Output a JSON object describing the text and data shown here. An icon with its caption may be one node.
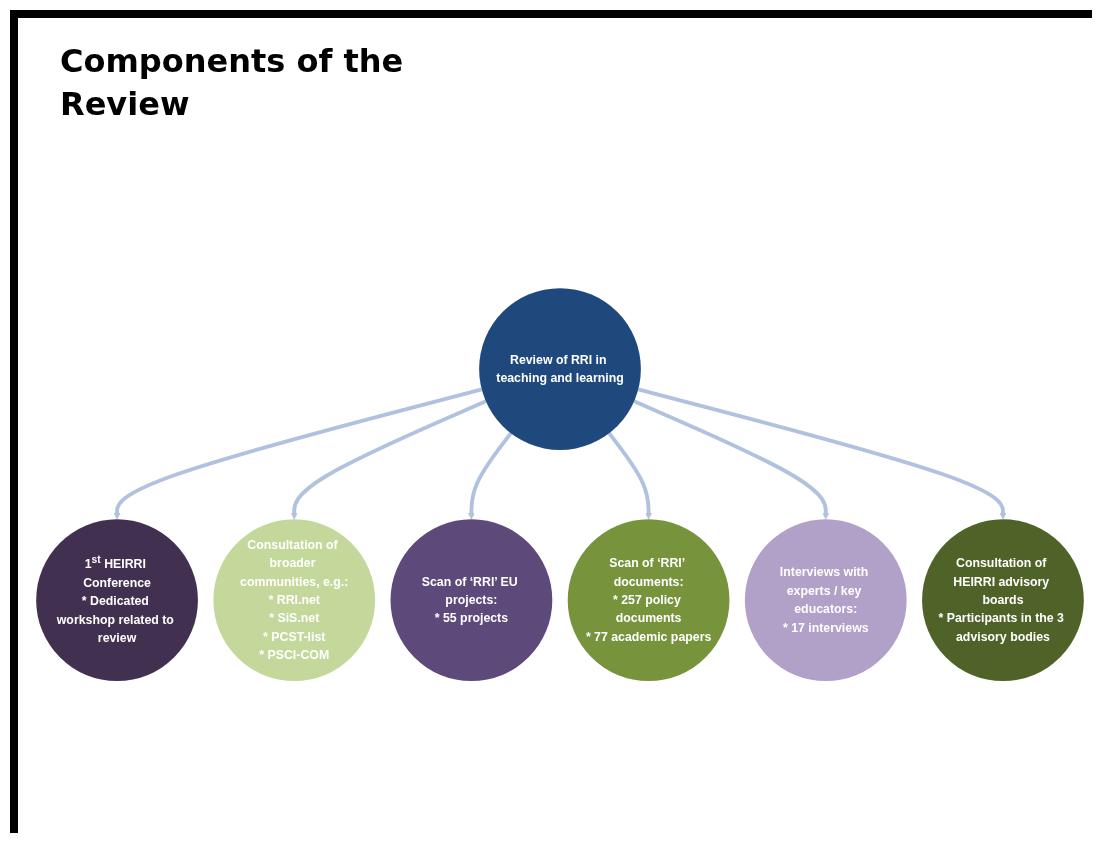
{
  "diagram": {
    "title": "Components of the Review",
    "nodes": [
      {
        "text": [
          "1$^{st}$ HEIRRI Conference",
          "* Dedicated workshop related to review"
        ]
      },
      {
        "text": [
          "Consultation of broader communities, e.g.:",
          "* RRI.net",
          "* SiS.net",
          "* PCST-list",
          "* PSCI-COM"
        ]
      },
      {
        "text": [
          "Scan of ‘RRI’ EU projects:",
          "* 55 projects"
        ]
      },
      {
        "text": [
          "Review of RRI in teaching and learning"
        ]
      },
      {
        "text": [
          "Scan of ‘RRI’ documents:",
          "* 257 policy documents",
          "* 77 academic papers"
        ]
      },
      {
        "text": [
          "Interviews with experts / key educators:",
          "* 17 interviews"
        ]
      },
      {
        "text": [
          "Consultation of HEIRRI advisory boards",
          "* Participants in the 3 advisory bodies"
        ]
      }
    ],
    "edges": [
      {
        "from": 3,
        "to": 0,
        "arrow": "to"
      },
      {
        "from": 3,
        "to": 1,
        "arrow": "to"
      },
      {
        "from": 3,
        "to": 2,
        "arrow": "to"
      },
      {
        "from": 3,
        "to": 4,
        "arrow": "to"
      },
      {
        "from": 3,
        "to": 5,
        "arrow": "to"
      },
      {
        "from": 3,
        "to": 6,
        "arrow": "to"
      }
    ]
  }
}
